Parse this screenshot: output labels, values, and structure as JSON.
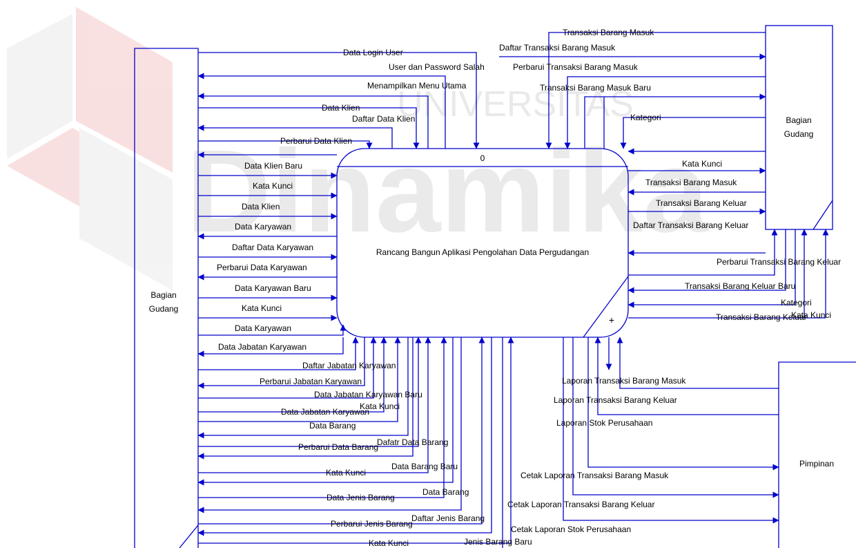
{
  "watermark": {
    "university": "UNIVERSITAS",
    "brand": "Dinamika"
  },
  "process": {
    "number": "0",
    "title": "Rancang Bangun Aplikasi Pengolahan Data Pergudangan",
    "marker": "+"
  },
  "entities": {
    "left": "Bagian\nGudang",
    "right_top": "Bagian\nGudang",
    "right_bottom": "Pimpinan"
  },
  "flows": {
    "f_login": "Data Login User",
    "f_user_salah": "User dan Password Salah",
    "f_menu": "Menampilkan Menu Utama",
    "f_dk1": "Data Klien",
    "f_ddk": "Daftar Data Klien",
    "f_pdk": "Perbarui Data Klien",
    "f_dkb": "Data Klien Baru",
    "f_kk1": "Kata Kunci",
    "f_dk2": "Data Klien",
    "f_dkar1": "Data Karyawan",
    "f_ddkar": "Daftar Data Karyawan",
    "f_pdkar": "Perbarui Data Karyawan",
    "f_dkarb": "Data Karyawan Baru",
    "f_kk2": "Kata Kunci",
    "f_dkar2": "Data Karyawan",
    "f_djk": "Data Jabatan Karyawan",
    "f_dfjk": "Daftar Jabatan Karyawan",
    "f_pjk": "Perbarui Jabatan Karyawan",
    "f_djkb": "Data Jabatan Karyawan Baru",
    "f_kk3": "Kata Kunci",
    "f_djk2": "Data Jabatan Karyawan",
    "f_db": "Data Barang",
    "f_pdb": "Perbarui Data Barang",
    "f_dfdb": "Dafatr Data Barang",
    "f_dbb": "Data Barang Baru",
    "f_kk4": "Kata Kunci",
    "f_djb": "Data Jenis Barang",
    "f_db2": "Data Barang",
    "f_pjb": "Perbarui Jenis Barang",
    "f_dfjb": "Daftar Jenis Barang",
    "f_kk5": "Kata Kunci",
    "f_jbb": "Jenis Barang Baru",
    "f_tbm1": "Transaksi Barang Masuk",
    "f_dtbm": "Daftar Transaksi Barang Masuk",
    "f_ptbm": "Perbarui Transaksi Barang Masuk",
    "f_tbmb": "Transaksi Barang Masuk Baru",
    "f_kat1": "Kategori",
    "f_kk6": "Kata Kunci",
    "f_tbm2": "Transaksi Barang Masuk",
    "f_tbk1": "Transaksi Barang Keluar",
    "f_dtbk": "Daftar Transaksi Barang Keluar",
    "f_ptbk": "Perbarui Transaksi Barang Keluar",
    "f_tbkb": "Transaksi Barang Keluar Baru",
    "f_kat2": "Kategori",
    "f_tbk2": "Transaksi Barang Keluar",
    "f_kk7": "Kata Kunci",
    "f_ltbm": "Laporan Transaksi Barang Masuk",
    "f_ltbk": "Laporan Transaksi Barang Keluar",
    "f_lsp": "Laporan Stok Perusahaan",
    "f_cltbm": "Cetak Laporan Transaksi Barang Masuk",
    "f_cltbk": "Cetak Laporan Transaksi Barang Keluar",
    "f_clsp": "Cetak Laporan Stok Perusahaan"
  },
  "colors": {
    "line": "#0000cc",
    "watermark_red": "#f3bcbc",
    "watermark_gray": "#e2e2e2"
  }
}
